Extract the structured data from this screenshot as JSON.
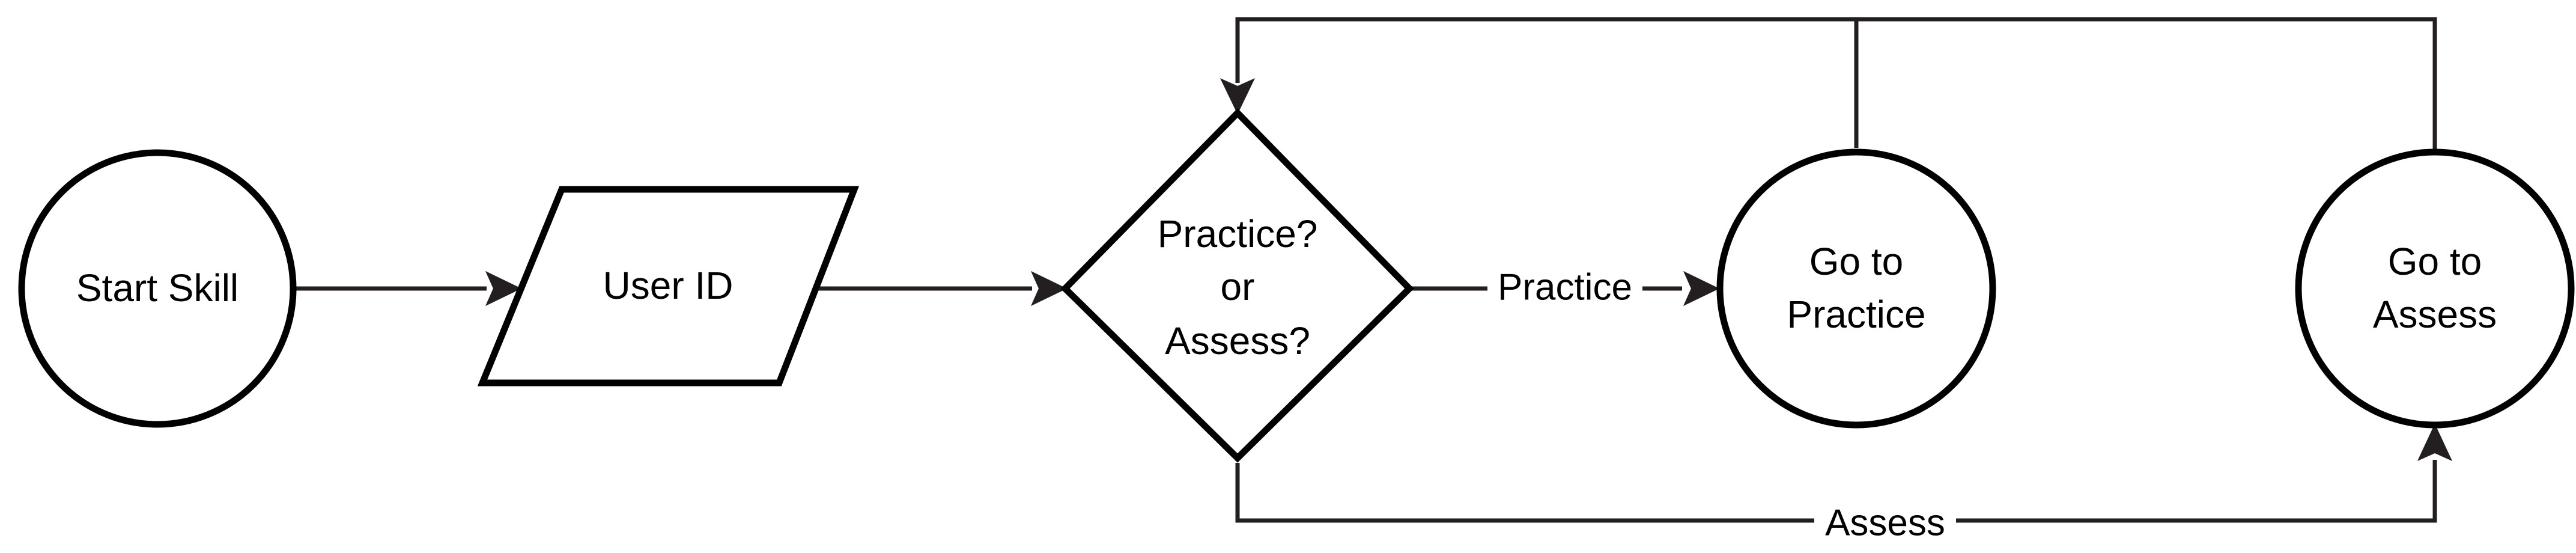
{
  "diagram": {
    "type": "flowchart",
    "nodes": {
      "start": {
        "shape": "circle",
        "lines": [
          "Start Skill"
        ]
      },
      "user_id": {
        "shape": "parallelogram",
        "lines": [
          "User ID"
        ]
      },
      "decision": {
        "shape": "diamond",
        "lines": [
          "Practice?",
          "or",
          "Assess?"
        ]
      },
      "practice": {
        "shape": "circle",
        "lines": [
          "Go to",
          "Practice"
        ]
      },
      "assess": {
        "shape": "circle",
        "lines": [
          "Go to",
          "Assess"
        ]
      }
    },
    "edges": {
      "start_to_user_id": {
        "from": "Start Skill",
        "to": "User ID",
        "label": ""
      },
      "user_id_to_decision": {
        "from": "User ID",
        "to": "Practice? or Assess?",
        "label": ""
      },
      "decision_to_practice": {
        "from": "Practice? or Assess?",
        "to": "Go to Practice",
        "label": "Practice"
      },
      "decision_to_assess": {
        "from": "Practice? or Assess?",
        "to": "Go to Assess",
        "label": "Assess"
      },
      "practice_loop_back": {
        "from": "Go to Practice",
        "to": "Practice? or Assess?",
        "label": ""
      },
      "assess_loop_back": {
        "from": "Go to Assess",
        "to": "Practice? or Assess?",
        "label": ""
      }
    },
    "colors": {
      "node_stroke": "#000000",
      "edge_stroke": "#231f20",
      "background": "#ffffff",
      "text": "#000000"
    }
  }
}
